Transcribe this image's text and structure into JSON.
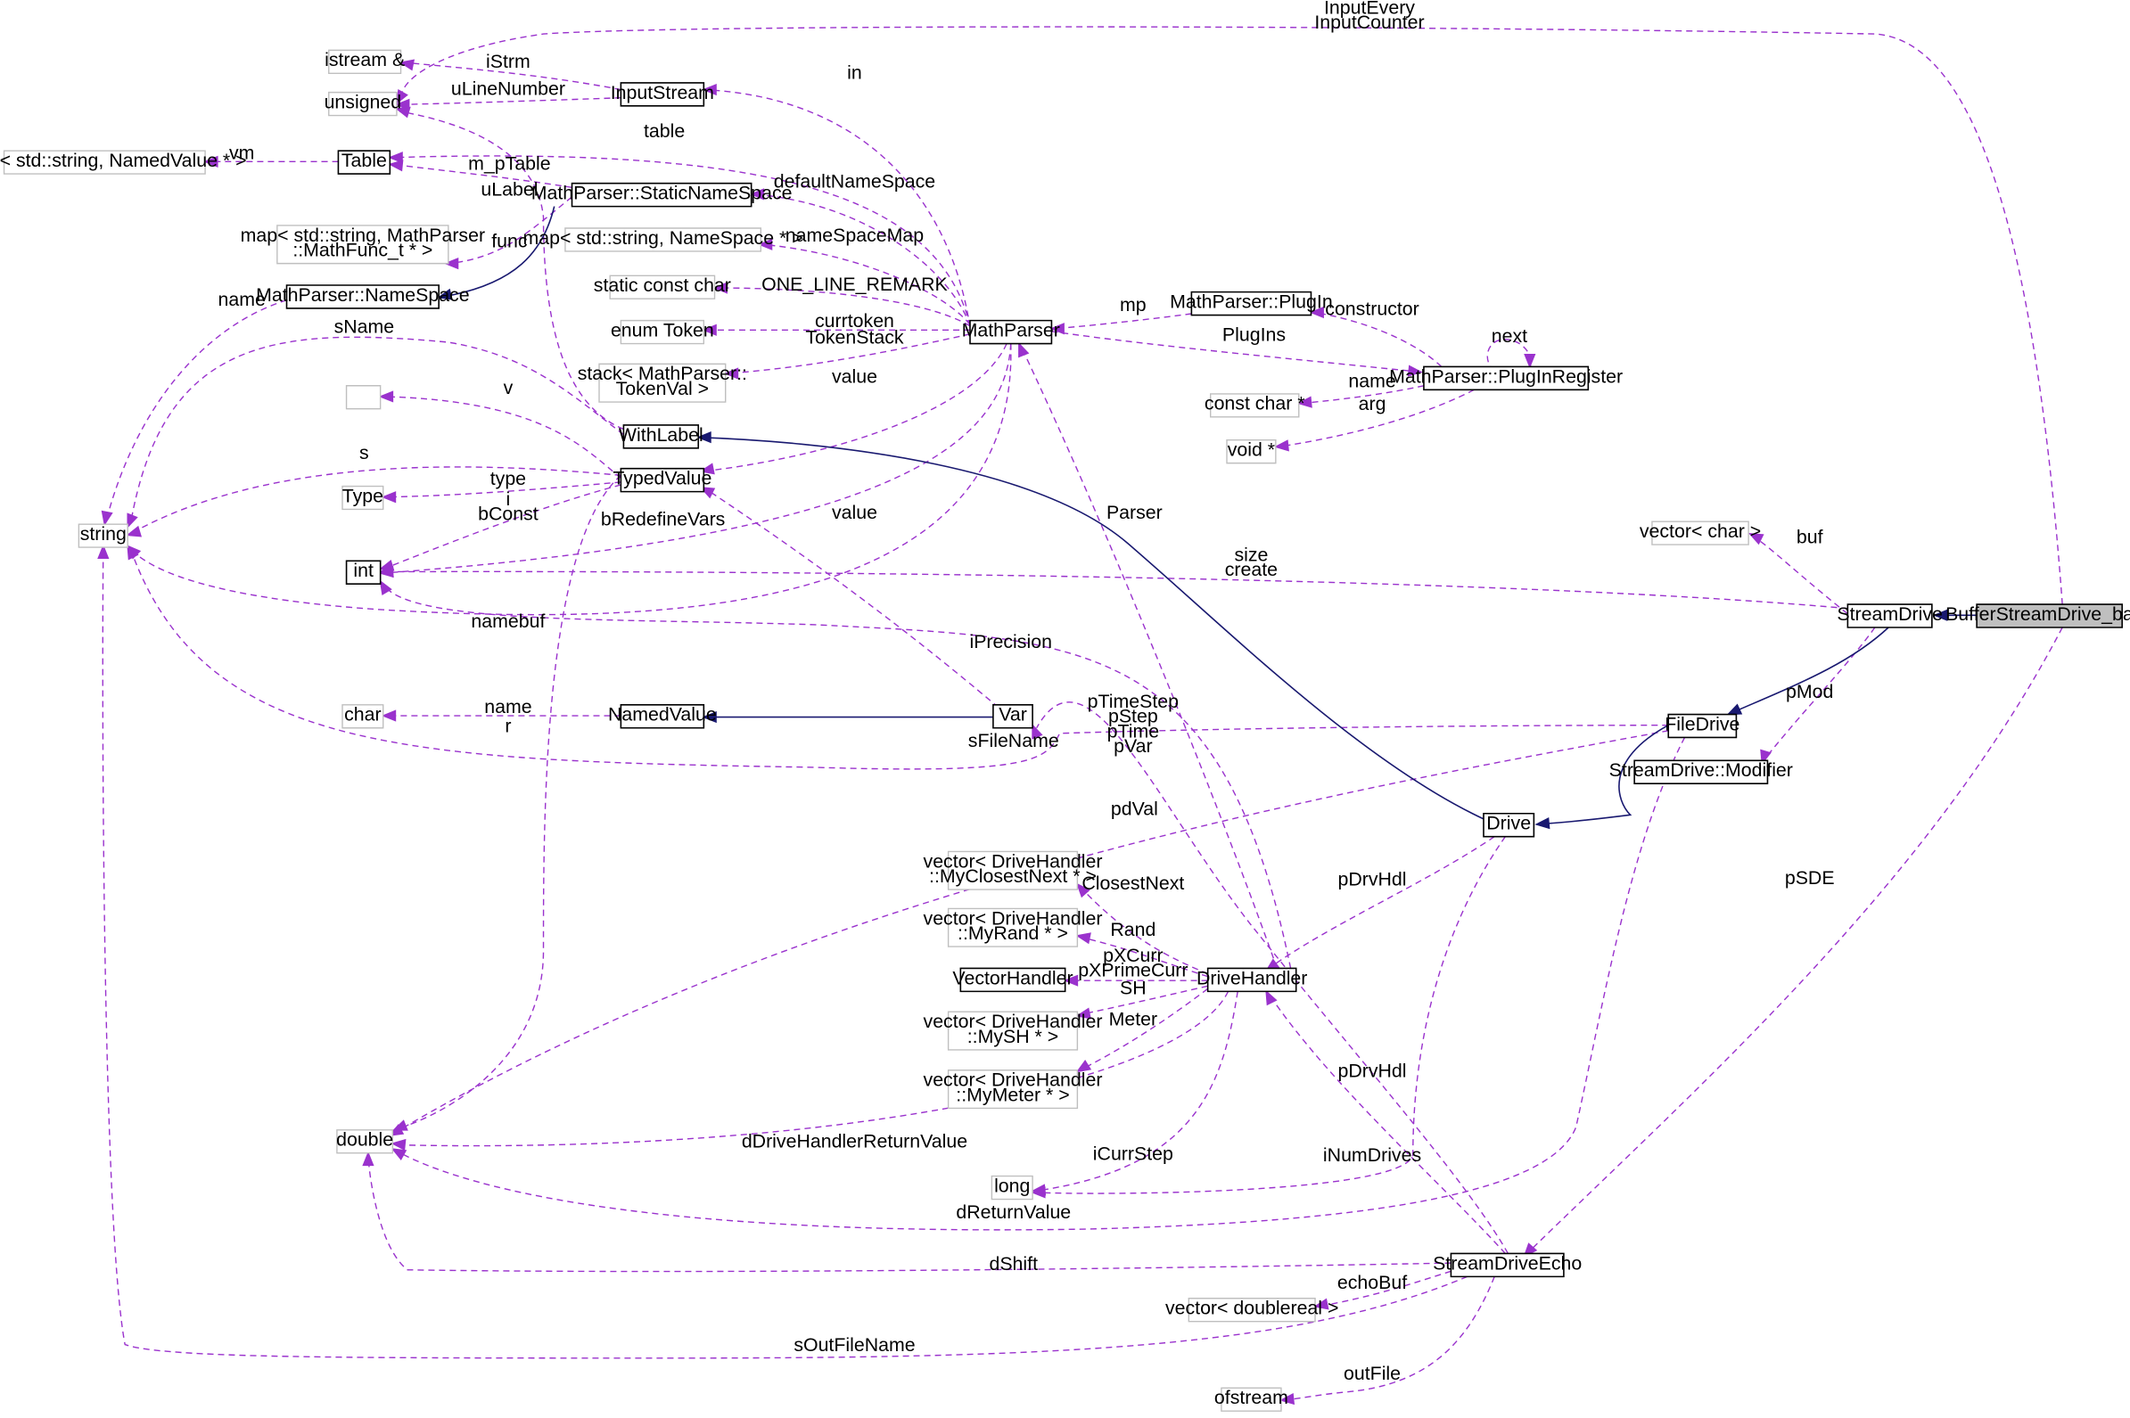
{
  "nodes": {
    "istream": [
      "istream &"
    ],
    "unsigned": [
      "unsigned"
    ],
    "map_nv": [
      "map< std::string, NamedValue * >"
    ],
    "Table": [
      "Table"
    ],
    "InputStream": [
      "InputStream"
    ],
    "StaticNameSpace": [
      "MathParser::StaticNameSpace"
    ],
    "map_func": [
      "map< std::string, MathParser",
      "::MathFunc_t * >"
    ],
    "NameSpace": [
      "MathParser::NameSpace"
    ],
    "map_ns": [
      "map< std::string, NameSpace * >"
    ],
    "static_const_char": [
      "static const char"
    ],
    "enum_token": [
      "enum Token"
    ],
    "stack_tv": [
      "stack< MathParser::",
      "TokenVal >"
    ],
    "MathParser": [
      "MathParser"
    ],
    "PlugIn": [
      "MathParser::PlugIn"
    ],
    "PlugInRegister": [
      "MathParser::PlugInRegister"
    ],
    "const_char_ptr": [
      "const char *"
    ],
    "void_ptr": [
      "void *"
    ],
    "empty": [
      ""
    ],
    "WithLabel": [
      "WithLabel"
    ],
    "Type": [
      "Type"
    ],
    "TypedValue": [
      "TypedValue"
    ],
    "string": [
      "string"
    ],
    "int": [
      "int"
    ],
    "vector_char": [
      "vector< char >"
    ],
    "StreamDrive": [
      "StreamDrive"
    ],
    "BufferStreamDrive_base": [
      "BufferStreamDrive_base"
    ],
    "char": [
      "char"
    ],
    "NamedValue": [
      "NamedValue"
    ],
    "Var": [
      "Var"
    ],
    "FileDrive": [
      "FileDrive"
    ],
    "Modifier": [
      "StreamDrive::Modifier"
    ],
    "Drive": [
      "Drive"
    ],
    "vec_closest": [
      "vector< DriveHandler",
      "::MyClosestNext * >"
    ],
    "vec_rand": [
      "vector< DriveHandler",
      "::MyRand * >"
    ],
    "VectorHandler": [
      "VectorHandler"
    ],
    "DriveHandler": [
      "DriveHandler"
    ],
    "vec_sh": [
      "vector< DriveHandler",
      "::MySH * >"
    ],
    "vec_meter": [
      "vector< DriveHandler",
      "::MyMeter * >"
    ],
    "double": [
      "double"
    ],
    "long": [
      "long"
    ],
    "StreamDriveEcho": [
      "StreamDriveEcho"
    ],
    "vec_doublereal": [
      "vector< doublereal >"
    ],
    "ofstream": [
      "ofstream"
    ]
  },
  "edge_labels": {
    "input_every": [
      "InputEvery",
      "InputCounter"
    ],
    "istrm": [
      "iStrm"
    ],
    "ulinenumber": [
      "uLineNumber"
    ],
    "in": [
      "in"
    ],
    "vm": [
      "vm"
    ],
    "table": [
      "table"
    ],
    "m_ptable": [
      "m_pTable"
    ],
    "defaultnamespace": [
      "defaultNameSpace"
    ],
    "ulabel": [
      "uLabel"
    ],
    "func": [
      "func"
    ],
    "namespacemap": [
      "nameSpaceMap"
    ],
    "name_ns": [
      "name"
    ],
    "one_line_remark": [
      "ONE_LINE_REMARK"
    ],
    "mp": [
      "mp"
    ],
    "constructor": [
      "constructor"
    ],
    "snames": [
      "sName"
    ],
    "currtoken": [
      "currtoken"
    ],
    "tokenstack": [
      "TokenStack"
    ],
    "plugins": [
      "PlugIns"
    ],
    "next": [
      "next"
    ],
    "name_pr": [
      "name"
    ],
    "arg": [
      "arg"
    ],
    "v": [
      "v"
    ],
    "value_mp": [
      "value"
    ],
    "s": [
      "s"
    ],
    "type": [
      "type"
    ],
    "i_bconst": [
      "i",
      "bConst"
    ],
    "bredefinevars": [
      "bRedefineVars"
    ],
    "value_var": [
      "value"
    ],
    "parser": [
      "Parser"
    ],
    "buf": [
      "buf"
    ],
    "size_create": [
      "size",
      "create"
    ],
    "namebuf": [
      "namebuf"
    ],
    "iprecision": [
      "iPrecision"
    ],
    "name_nv": [
      "name"
    ],
    "r": [
      "r"
    ],
    "ptimestep": [
      "pTimeStep",
      "pStep",
      "pTime",
      "pVar"
    ],
    "pmod": [
      "pMod"
    ],
    "sfilename": [
      "sFileName"
    ],
    "pdval": [
      "pdVal"
    ],
    "psde": [
      "pSDE"
    ],
    "closestnext": [
      "ClosestNext"
    ],
    "pdrvhdl_drive": [
      "pDrvHdl"
    ],
    "rand": [
      "Rand"
    ],
    "pxcurr": [
      "pXCurr",
      "pXPrimeCurr"
    ],
    "sh": [
      "SH"
    ],
    "meter": [
      "Meter"
    ],
    "pdrvhdl_echo": [
      "pDrvHdl"
    ],
    "ddrivehandlerreturnvalue": [
      "dDriveHandlerReturnValue"
    ],
    "icurrstep": [
      "iCurrStep"
    ],
    "inumdrives": [
      "iNumDrives"
    ],
    "dreturnvalue": [
      "dReturnValue"
    ],
    "dshift": [
      "dShift"
    ],
    "echobuf": [
      "echoBuf"
    ],
    "soutfilename": [
      "sOutFileName"
    ],
    "outfile": [
      "outFile"
    ]
  },
  "colors": {
    "usage_edge": "#9a32cd",
    "inherit_edge": "#191970",
    "highlight_node_fill": "#bfbfbf",
    "external_node_border": "#bfbfbf"
  }
}
